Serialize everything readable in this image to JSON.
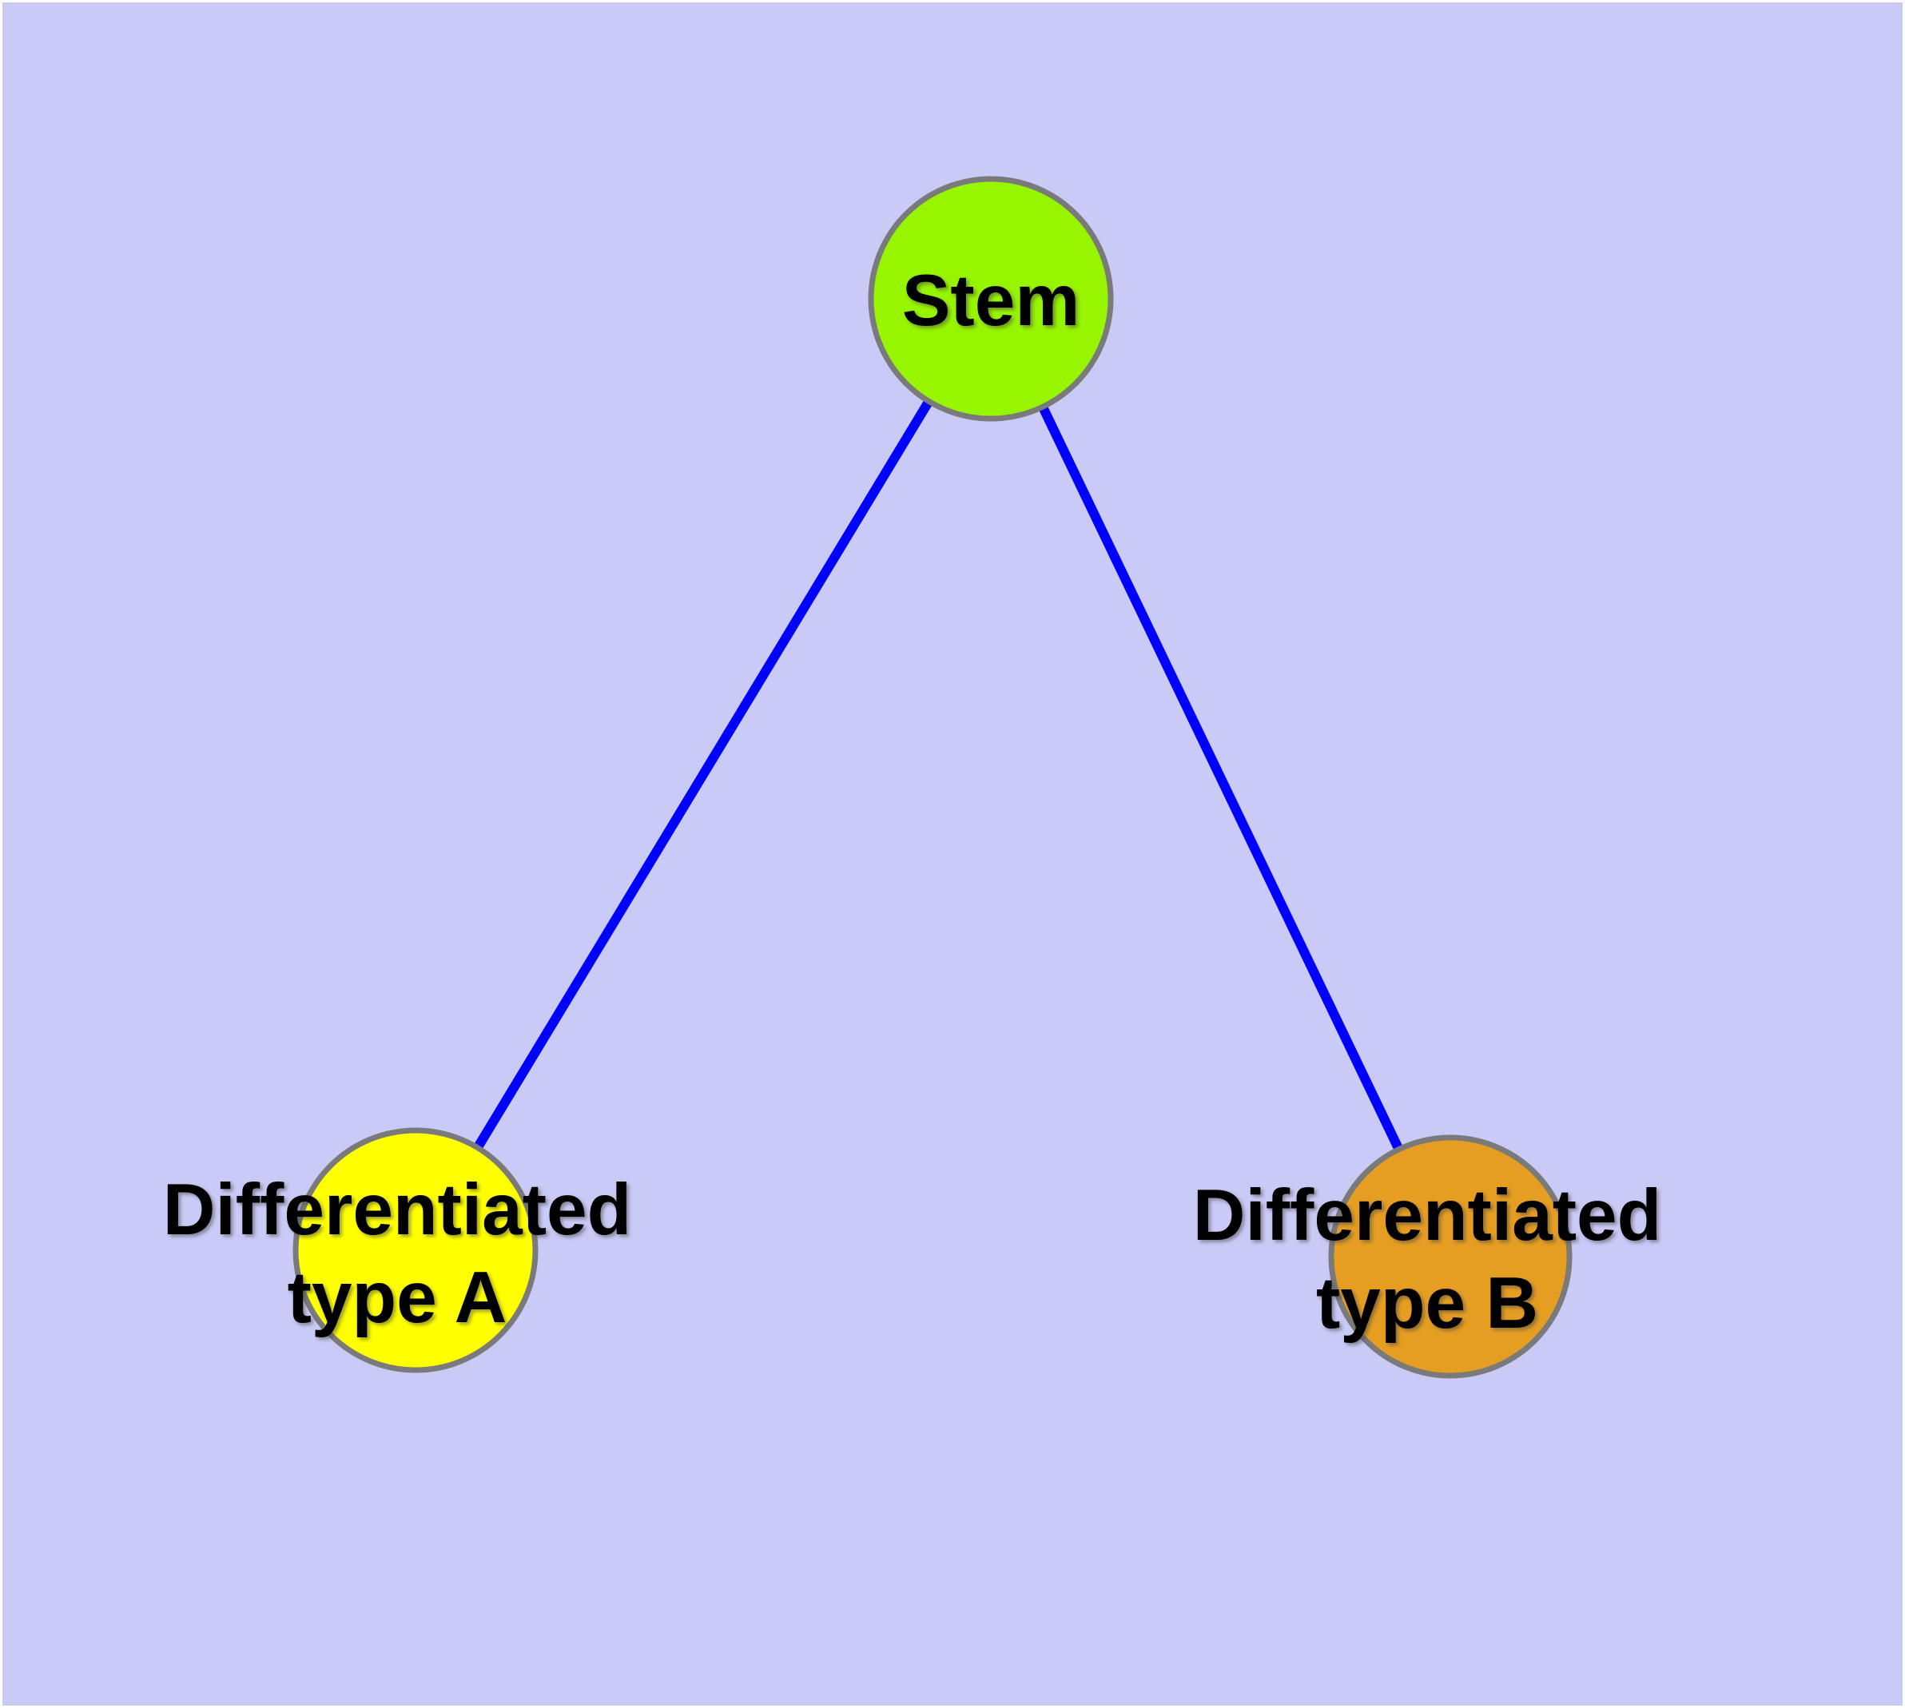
{
  "canvas": {
    "background": "#CACAF7",
    "frame_color": "#FFFFFF"
  },
  "diagram": {
    "type": "node-link-graph",
    "text_color": "#000000",
    "node_border_color": "#7A7A7A",
    "edge_color": "#0000FF",
    "nodes": [
      {
        "id": "stem",
        "label": "Stem",
        "label_lines": [
          "Stem"
        ],
        "fill": "#97F500",
        "border": "#7A7A7A"
      },
      {
        "id": "differentiated-type-a",
        "label": "Differentiated type A",
        "label_lines": [
          "Differentiated",
          "type A"
        ],
        "fill": "#FFFF00",
        "border": "#7A7A7A"
      },
      {
        "id": "differentiated-type-b",
        "label": "Differentiated type B",
        "label_lines": [
          "Differentiated",
          "type B"
        ],
        "fill": "#E69E22",
        "border": "#7A7A7A"
      }
    ],
    "edges": [
      {
        "from": "stem",
        "to": "differentiated-type-a",
        "color": "#0000FF"
      },
      {
        "from": "stem",
        "to": "differentiated-type-b",
        "color": "#0000FF"
      }
    ]
  }
}
